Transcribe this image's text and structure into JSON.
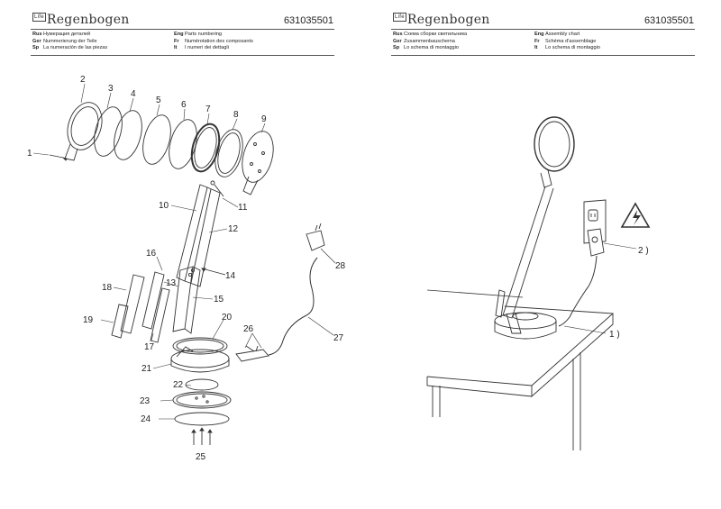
{
  "left_page": {
    "brand": "Regenbogen",
    "brand_tag": "Life",
    "part_number": "631035501",
    "languages": [
      {
        "code": "Rus",
        "text": "Нумерация деталей"
      },
      {
        "code": "Ger",
        "text": "Nummerierung der Teile"
      },
      {
        "code": "Sp",
        "text": "La numeración de las piezas"
      },
      {
        "code": "Eng",
        "text": "Parts numbering"
      },
      {
        "code": "Fr",
        "text": "Numérotation des composants"
      },
      {
        "code": "It",
        "text": "I numeri dei dettagli"
      }
    ],
    "part_labels": [
      "1",
      "2",
      "3",
      "4",
      "5",
      "6",
      "7",
      "8",
      "9",
      "10",
      "11",
      "12",
      "13",
      "14",
      "15",
      "16",
      "17",
      "18",
      "19",
      "20",
      "21",
      "22",
      "23",
      "24",
      "25",
      "26",
      "27",
      "28"
    ]
  },
  "right_page": {
    "brand": "Regenbogen",
    "brand_tag": "Life",
    "part_number": "631035501",
    "languages": [
      {
        "code": "Rus",
        "text": "Схема сборки светильника"
      },
      {
        "code": "Ger",
        "text": "Zusammenbauschema"
      },
      {
        "code": "Sp",
        "text": "Lo schema di montaggio"
      },
      {
        "code": "Eng",
        "text": "Assembly chart"
      },
      {
        "code": "Fr",
        "text": "Schéma d'assemblage"
      },
      {
        "code": "It",
        "text": "Lo schema di montaggio"
      }
    ],
    "callouts": [
      "1 )",
      "2 )"
    ],
    "warning_icon": "electric-hazard-icon"
  }
}
